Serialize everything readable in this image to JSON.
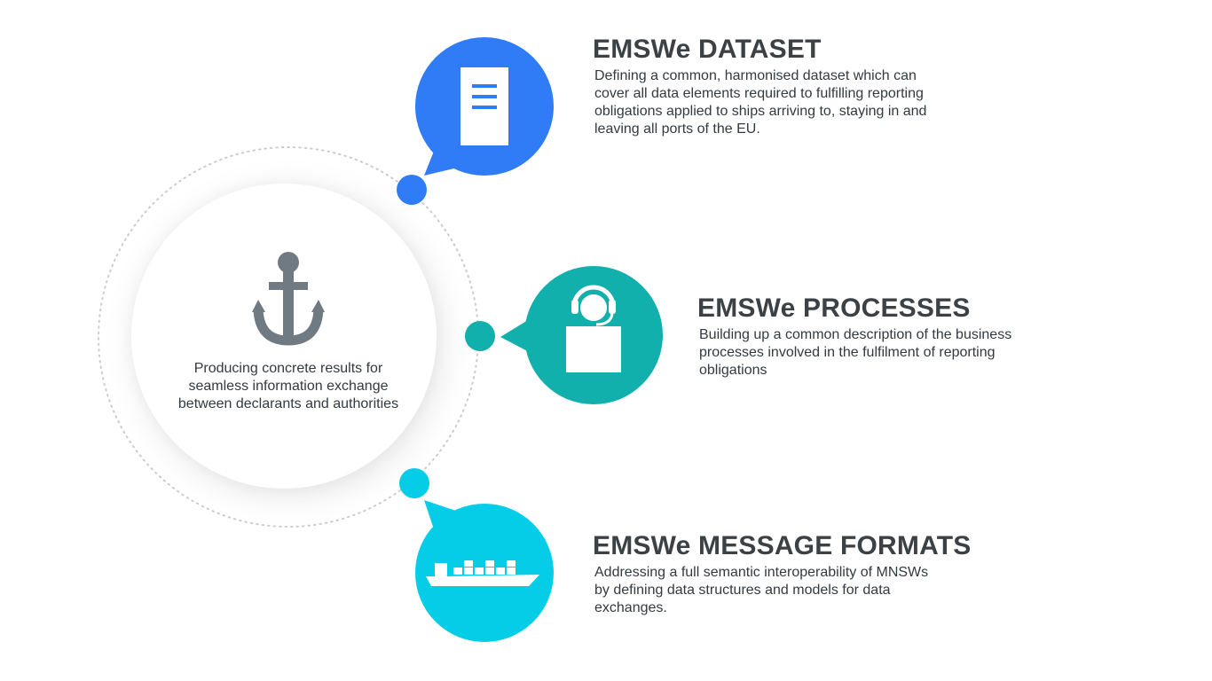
{
  "colors": {
    "dataset": "#2f7cf6",
    "processes": "#11b0ad",
    "formats": "#05cde8",
    "anchor": "#707a82"
  },
  "core": {
    "icon": "anchor-icon",
    "text": "Producing concrete results for seamless information exchange between declarants and authorities"
  },
  "items": [
    {
      "icon": "document-icon",
      "title": "EMSWe DATASET",
      "description": "Defining a common, harmonised dataset which can cover all data elements required to fulfilling reporting obligations applied to ships arriving to, staying in and leaving all ports of the EU."
    },
    {
      "icon": "headset-agent-icon",
      "title": "EMSWe PROCESSES",
      "description": "Building up a common description of the business processes involved in the fulfilment of reporting obligations"
    },
    {
      "icon": "cargo-ship-icon",
      "title": "EMSWe MESSAGE FORMATS",
      "description": "Addressing a full semantic interoperability of MNSWs by defining data structures and models for data exchanges."
    }
  ]
}
